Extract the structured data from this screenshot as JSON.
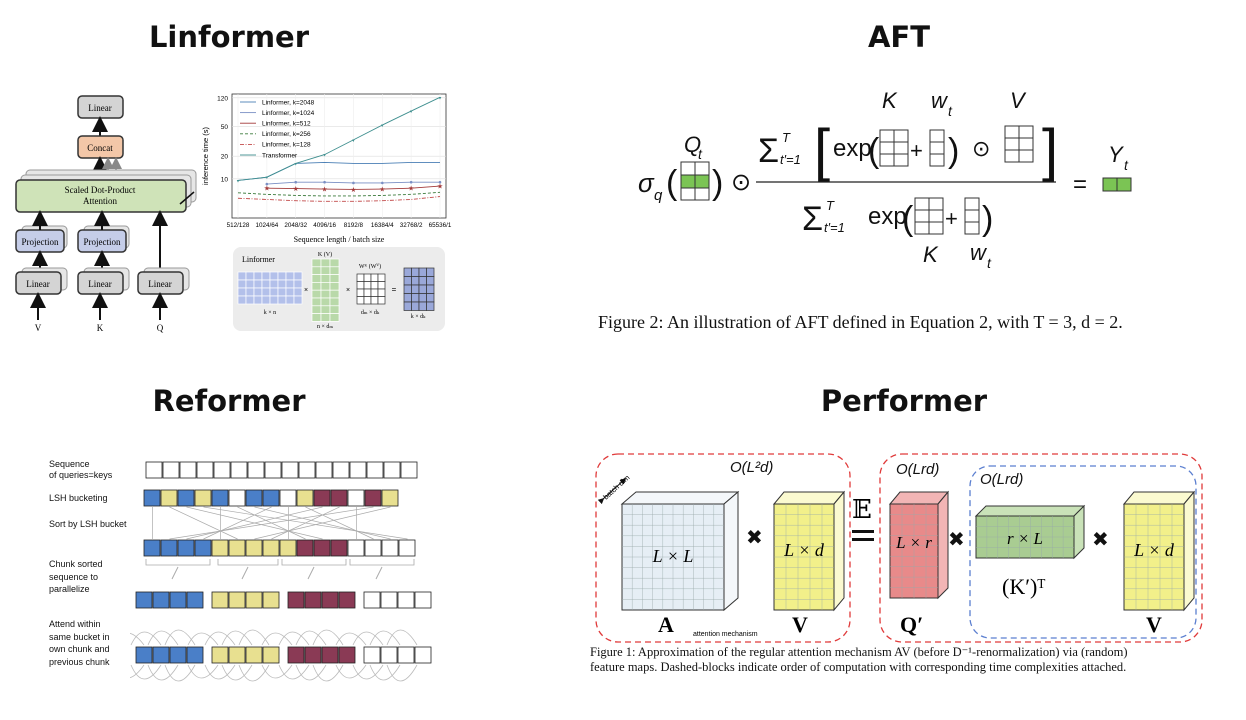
{
  "titles": {
    "linformer": "Linformer",
    "aft": "AFT",
    "reformer": "Reformer",
    "performer": "Performer"
  },
  "linformer": {
    "blocks": {
      "linear_top": "Linear",
      "concat": "Concat",
      "attention_line1": "Scaled Dot-Product",
      "attention_line2": "Attention",
      "projection": "Projection",
      "linear": "Linear"
    },
    "inputs": [
      "V",
      "K",
      "Q"
    ],
    "matrix_panel": {
      "label": "Linformer",
      "top_k_label": "K (V)",
      "top_w_label": "Wᴷ (Wⱽ)",
      "dim_left": "k × n",
      "dim_mid": "n × dₘ",
      "dim_w": "dₘ × dₖ",
      "dim_right": "k × dₖ",
      "times": "×",
      "equals": "="
    }
  },
  "chart_data": {
    "type": "line",
    "xlabel": "Sequence length / batch size",
    "ylabel": "inference time (s)",
    "y_scale": "log",
    "y_ticks": [
      10,
      20,
      50,
      120
    ],
    "ylim": [
      3,
      135
    ],
    "categories": [
      "512/128",
      "1024/64",
      "2048/32",
      "4096/16",
      "8192/8",
      "16384/4",
      "32768/2",
      "65536/1"
    ],
    "legend_position": "top-left",
    "grid": true,
    "series": [
      {
        "name": "Linformer, k=2048",
        "values": [
          9.5,
          10.5,
          16,
          16.5,
          16,
          16,
          16.5,
          16.5
        ],
        "color": "#4a7fb5",
        "style": "solid",
        "marker": "none"
      },
      {
        "name": "Linformer, k=1024",
        "values": [
          null,
          8.5,
          9,
          9,
          8.8,
          8.8,
          9,
          9
        ],
        "color": "#7a8fc4",
        "style": "solid",
        "marker": "dot"
      },
      {
        "name": "Linformer, k=512",
        "values": [
          null,
          7.5,
          7.4,
          7.3,
          7.2,
          7.3,
          7.5,
          8
        ],
        "color": "#a33b3b",
        "style": "solid",
        "marker": "star"
      },
      {
        "name": "Linformer, k=256",
        "values": [
          6.5,
          6.2,
          6,
          5.9,
          5.9,
          6,
          6.2,
          6.6
        ],
        "color": "#3a7a3a",
        "style": "dashed",
        "marker": "none"
      },
      {
        "name": "Linformer, k=128",
        "values": [
          5.5,
          5.3,
          5.1,
          5,
          5,
          5.1,
          5.3,
          5.8
        ],
        "color": "#c24a4a",
        "style": "dashdot",
        "marker": "none"
      },
      {
        "name": "Transformer",
        "values": [
          9.5,
          10.5,
          16,
          21,
          33,
          52,
          80,
          122
        ],
        "color": "#3f8f8f",
        "style": "solid",
        "marker": "tri"
      }
    ]
  },
  "aft": {
    "caption": "Figure 2:  An illustration of AFT defined in Equation 2, with T = 3, d = 2.",
    "labels": {
      "K": "K",
      "w": "w",
      "t": "t",
      "V": "V",
      "Q": "Q",
      "Y": "Y",
      "sigma": "σ",
      "q": "q",
      "odot": "⊙",
      "eq": "=",
      "exp": "exp",
      "plus": "+",
      "sum_upper": "T",
      "sum_lower": "t′=1",
      "sum": "Σ"
    }
  },
  "reformer": {
    "rows": [
      {
        "label1": "Sequence",
        "label2": "of queries=keys"
      },
      {
        "label1": "LSH bucketing",
        "label2": ""
      },
      {
        "label1": "Sort by LSH bucket",
        "label2": ""
      },
      {
        "label1": "Chunk sorted",
        "label2": "sequence to",
        "label3": "parallelize"
      },
      {
        "label1": "Attend within",
        "label2": "same bucket in",
        "label3": "own chunk and",
        "label4": "previous chunk"
      }
    ],
    "bucket_colors": {
      "blue": "#4a7fc8",
      "yellow": "#e8e090",
      "maroon": "#8a3a55",
      "white": "#ffffff"
    }
  },
  "performer": {
    "complexity_quadratic": "O(L²d)",
    "complexity_linear_a": "O(Lrd)",
    "complexity_linear_b": "O(Lrd)",
    "batch_dim": "batch dim",
    "A_label": "L × L",
    "V_label": "L × d",
    "Q_label": "L × r",
    "K_label": "r × L",
    "V2_label": "L × d",
    "A_name": "A",
    "attention_mechanism": "attention mechanism",
    "V_name": "V",
    "Q_name": "Q′",
    "K_name": "(K′)ᵀ",
    "V2_name": "V",
    "expectation": "𝔼",
    "caption_line1": "Figure 1:  Approximation of the regular attention mechanism AV (before D⁻¹-renormalization) via (random)",
    "caption_line2": "feature maps. Dashed-blocks indicate order of computation with corresponding time complexities attached.",
    "colors": {
      "A": "#e6eef5",
      "V": "#f2f08a",
      "Q": "#e88a8a",
      "K": "#a9cc92",
      "red_dash": "#e03a3a",
      "blue_dash": "#5b7fd0"
    }
  }
}
